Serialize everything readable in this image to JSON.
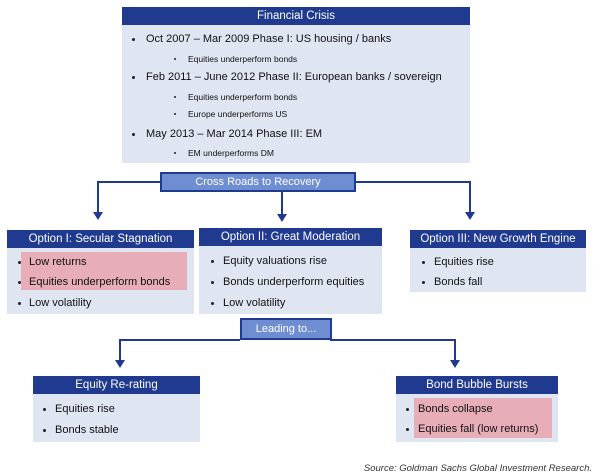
{
  "crisis": {
    "title": "Financial Crisis",
    "items": [
      {
        "text": "Oct 2007 – Mar 2009 Phase I: US housing / banks",
        "subs": [
          "Equities underperform bonds"
        ]
      },
      {
        "text": "Feb 2011 – June 2012 Phase II: European banks / sovereign",
        "subs": [
          "Equities underperform bonds",
          "Europe underperforms US"
        ]
      },
      {
        "text": "May 2013 – Mar 2014 Phase III: EM",
        "subs": [
          "EM underperforms DM"
        ]
      }
    ]
  },
  "crossroads": {
    "label": "Cross Roads to Recovery"
  },
  "options": [
    {
      "title": "Option I: Secular Stagnation",
      "items": [
        "Low returns",
        "Equities underperform bonds",
        "Low volatility"
      ]
    },
    {
      "title": "Option II: Great Moderation",
      "items": [
        "Equity valuations rise",
        "Bonds underperform equities",
        "Low volatility"
      ]
    },
    {
      "title": "Option III: New Growth Engine",
      "items": [
        "Equities rise",
        "Bonds fall"
      ]
    }
  ],
  "leading": {
    "label": "Leading to..."
  },
  "outcomes": [
    {
      "title": "Equity Re-rating",
      "items": [
        "Equities rise",
        "Bonds stable"
      ]
    },
    {
      "title": "Bond Bubble Bursts",
      "items": [
        "Bonds collapse",
        "Equities fall (low returns)"
      ]
    }
  ],
  "source": "Source: Goldman Sachs Global Investment Research.",
  "colors": {
    "navy": "#1f3a8f",
    "panel": "#dfe5f1",
    "banner": "#6f8ed2",
    "highlight": "#e7adb8"
  }
}
